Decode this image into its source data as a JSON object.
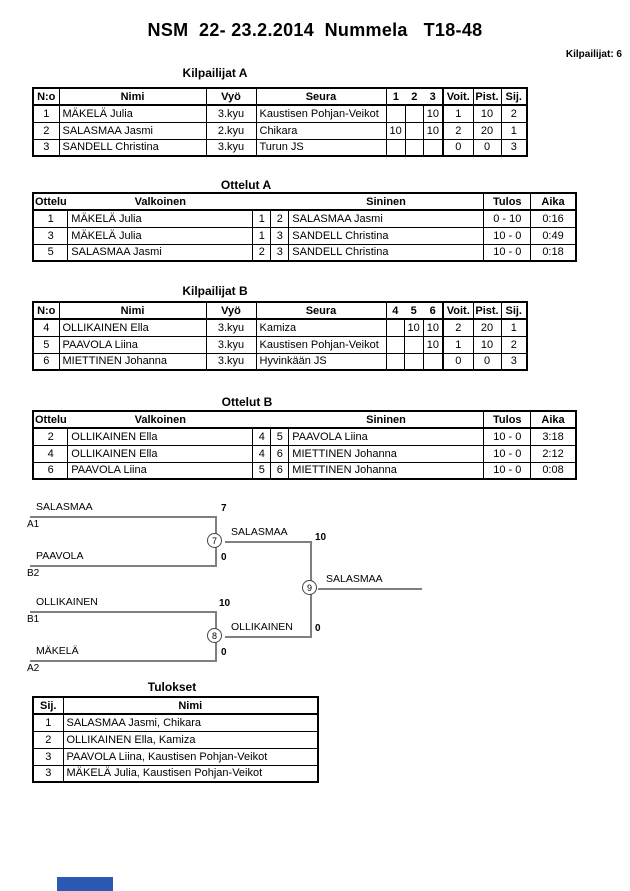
{
  "header": {
    "title": "NSM  22- 23.2.2014  Nummela   T18-48",
    "competitors_label": "Kilpailijat: 6"
  },
  "pool_a": {
    "title": "Kilpailijat A",
    "columns": {
      "no": "N:o",
      "name": "Nimi",
      "belt": "Vyö",
      "club": "Seura",
      "wins": "Voit.",
      "points": "Pist.",
      "rank": "Sij."
    },
    "round_headers": [
      "1",
      "2",
      "3"
    ],
    "rows": [
      {
        "no": "1",
        "name": "MÄKELÄ Julia",
        "belt": "3.kyu",
        "club": "Kaustisen Pohjan-Veikot",
        "r1": "",
        "r2": "",
        "r3": "10",
        "wins": "1",
        "points": "10",
        "rank": "2"
      },
      {
        "no": "2",
        "name": "SALASMAA Jasmi",
        "belt": "2.kyu",
        "club": "Chikara",
        "r1": "10",
        "r2": "",
        "r3": "10",
        "wins": "2",
        "points": "20",
        "rank": "1"
      },
      {
        "no": "3",
        "name": "SANDELL Christina",
        "belt": "3.kyu",
        "club": "Turun JS",
        "r1": "",
        "r2": "",
        "r3": "",
        "wins": "0",
        "points": "0",
        "rank": "3"
      }
    ]
  },
  "matches_a": {
    "title": "Ottelut A",
    "columns": {
      "match": "Ottelu",
      "white": "Valkoinen",
      "blue": "Sininen",
      "result": "Tulos",
      "time": "Aika"
    },
    "rows": [
      {
        "match": "1",
        "white": "MÄKELÄ Julia",
        "white_no": "1",
        "blue_no": "2",
        "blue": "SALASMAA Jasmi",
        "result": "0 - 10",
        "time": "0:16"
      },
      {
        "match": "3",
        "white": "MÄKELÄ Julia",
        "white_no": "1",
        "blue_no": "3",
        "blue": "SANDELL Christina",
        "result": "10 - 0",
        "time": "0:49"
      },
      {
        "match": "5",
        "white": "SALASMAA Jasmi",
        "white_no": "2",
        "blue_no": "3",
        "blue": "SANDELL Christina",
        "result": "10 - 0",
        "time": "0:18"
      }
    ]
  },
  "pool_b": {
    "title": "Kilpailijat B",
    "columns": {
      "no": "N:o",
      "name": "Nimi",
      "belt": "Vyö",
      "club": "Seura",
      "wins": "Voit.",
      "points": "Pist.",
      "rank": "Sij."
    },
    "round_headers": [
      "4",
      "5",
      "6"
    ],
    "rows": [
      {
        "no": "4",
        "name": "OLLIKAINEN Ella",
        "belt": "3.kyu",
        "club": "Kamiza",
        "r1": "",
        "r2": "10",
        "r3": "10",
        "wins": "2",
        "points": "20",
        "rank": "1"
      },
      {
        "no": "5",
        "name": "PAAVOLA Liina",
        "belt": "3.kyu",
        "club": "Kaustisen Pohjan-Veikot",
        "r1": "",
        "r2": "",
        "r3": "10",
        "wins": "1",
        "points": "10",
        "rank": "2"
      },
      {
        "no": "6",
        "name": "MIETTINEN Johanna",
        "belt": "3.kyu",
        "club": "Hyvinkään JS",
        "r1": "",
        "r2": "",
        "r3": "",
        "wins": "0",
        "points": "0",
        "rank": "3"
      }
    ]
  },
  "matches_b": {
    "title": "Ottelut B",
    "columns": {
      "match": "Ottelu",
      "white": "Valkoinen",
      "blue": "Sininen",
      "result": "Tulos",
      "time": "Aika"
    },
    "rows": [
      {
        "match": "2",
        "white": "OLLIKAINEN Ella",
        "white_no": "4",
        "blue_no": "5",
        "blue": "PAAVOLA Liina",
        "result": "10 - 0",
        "time": "3:18"
      },
      {
        "match": "4",
        "white": "OLLIKAINEN Ella",
        "white_no": "4",
        "blue_no": "6",
        "blue": "MIETTINEN Johanna",
        "result": "10 - 0",
        "time": "2:12"
      },
      {
        "match": "6",
        "white": "PAAVOLA Liina",
        "white_no": "5",
        "blue_no": "6",
        "blue": "MIETTINEN Johanna",
        "result": "10 - 0",
        "time": "0:08"
      }
    ]
  },
  "bracket": {
    "semi1": {
      "match_no": "7",
      "top_name": "SALASMAA",
      "top_seed": "A1",
      "top_score": "7",
      "bottom_name": "PAAVOLA",
      "bottom_seed": "B2",
      "bottom_score": "0",
      "winner_name": "SALASMAA",
      "winner_score": "10"
    },
    "semi2": {
      "match_no": "8",
      "top_name": "OLLIKAINEN",
      "top_seed": "B1",
      "top_score": "10",
      "bottom_name": "MÄKELÄ",
      "bottom_seed": "A2",
      "bottom_score": "0",
      "winner_name": "OLLIKAINEN",
      "winner_score": "0"
    },
    "final": {
      "match_no": "9",
      "winner_name": "SALASMAA"
    }
  },
  "results": {
    "title": "Tulokset",
    "columns": {
      "rank": "Sij.",
      "name": "Nimi"
    },
    "rows": [
      {
        "rank": "1",
        "name": "SALASMAA Jasmi, Chikara"
      },
      {
        "rank": "2",
        "name": "OLLIKAINEN Ella, Kamiza"
      },
      {
        "rank": "3",
        "name": "PAAVOLA Liina, Kaustisen Pohjan-Veikot"
      },
      {
        "rank": "3",
        "name": "MÄKELÄ Julia, Kaustisen Pohjan-Veikot"
      }
    ]
  },
  "colors": {
    "bracket_line": "#808080",
    "bottom_fragment": "#2a5ab4"
  }
}
